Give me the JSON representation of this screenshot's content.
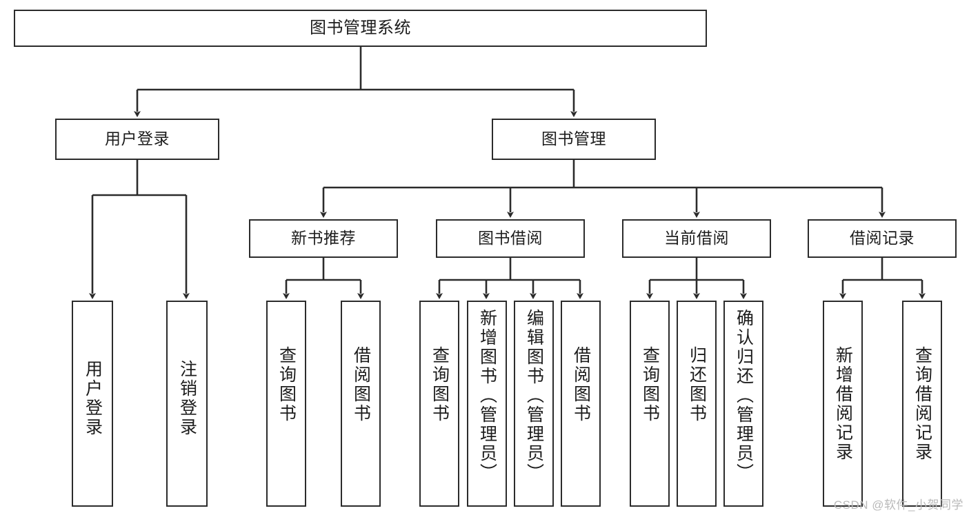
{
  "diagram": {
    "title": "图书管理系统",
    "type": "tree",
    "watermark": "CSDN @软件_小贺同学",
    "line_color": "#2b2b2b",
    "box_fill": "#ffffff",
    "text_color": "#1c1c1c",
    "nodes": {
      "root": {
        "label": "图书管理系统"
      },
      "level1": [
        {
          "id": "login",
          "label": "用户登录"
        },
        {
          "id": "bookmgmt",
          "label": "图书管理"
        }
      ],
      "level2": [
        {
          "id": "newbook",
          "label": "新书推荐"
        },
        {
          "id": "borrow",
          "label": "图书借阅"
        },
        {
          "id": "current",
          "label": "当前借阅"
        },
        {
          "id": "record",
          "label": "借阅记录"
        }
      ],
      "leaves": {
        "login": [
          {
            "id": "user-login",
            "label": "用户登录"
          },
          {
            "id": "user-logout",
            "label": "注销登录"
          }
        ],
        "newbook": [
          {
            "id": "query-book-1",
            "label": "查询图书"
          },
          {
            "id": "borrow-book-1",
            "label": "借阅图书"
          }
        ],
        "borrow": [
          {
            "id": "query-book-2",
            "label": "查询图书"
          },
          {
            "id": "add-book",
            "label": "新增图书（管理员）"
          },
          {
            "id": "edit-book",
            "label": "编辑图书（管理员）"
          },
          {
            "id": "borrow-book-2",
            "label": "借阅图书"
          }
        ],
        "current": [
          {
            "id": "query-book-3",
            "label": "查询图书"
          },
          {
            "id": "return-book",
            "label": "归还图书"
          },
          {
            "id": "confirm-return",
            "label": "确认归还（管理员）"
          }
        ],
        "record": [
          {
            "id": "add-record",
            "label": "新增借阅记录"
          },
          {
            "id": "query-record",
            "label": "查询借阅记录"
          }
        ]
      }
    }
  }
}
